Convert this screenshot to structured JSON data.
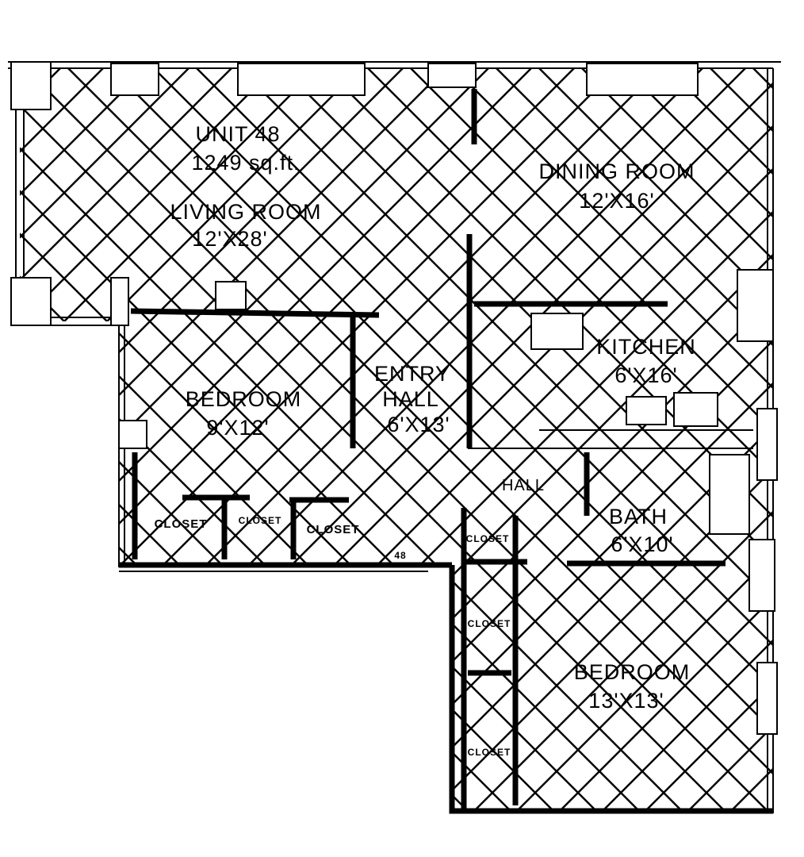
{
  "unit": {
    "name": "UNIT 48",
    "area": "1249 sq.ft."
  },
  "rooms": [
    {
      "name": "LIVING ROOM",
      "size": "12'X28'"
    },
    {
      "name": "DINING ROOM",
      "size": "12'X16'"
    },
    {
      "name": "KITCHEN",
      "size": "6'X16'"
    },
    {
      "name": "BEDROOM",
      "size": "9'X12'"
    },
    {
      "name": "ENTRY HALL",
      "size": "6'X13'"
    },
    {
      "name": "BATH",
      "size": "6'X10'"
    },
    {
      "name": "BEDROOM",
      "size": "13'X13'"
    },
    {
      "name": "HALL"
    }
  ],
  "closets": [
    "CLOSET",
    "CLOSET",
    "CLOSET",
    "CLOSET",
    "CLOSET",
    "CLOSET"
  ],
  "entry_door_label": "48",
  "entry_hall_parts": [
    "ENTRY",
    "HALL"
  ]
}
